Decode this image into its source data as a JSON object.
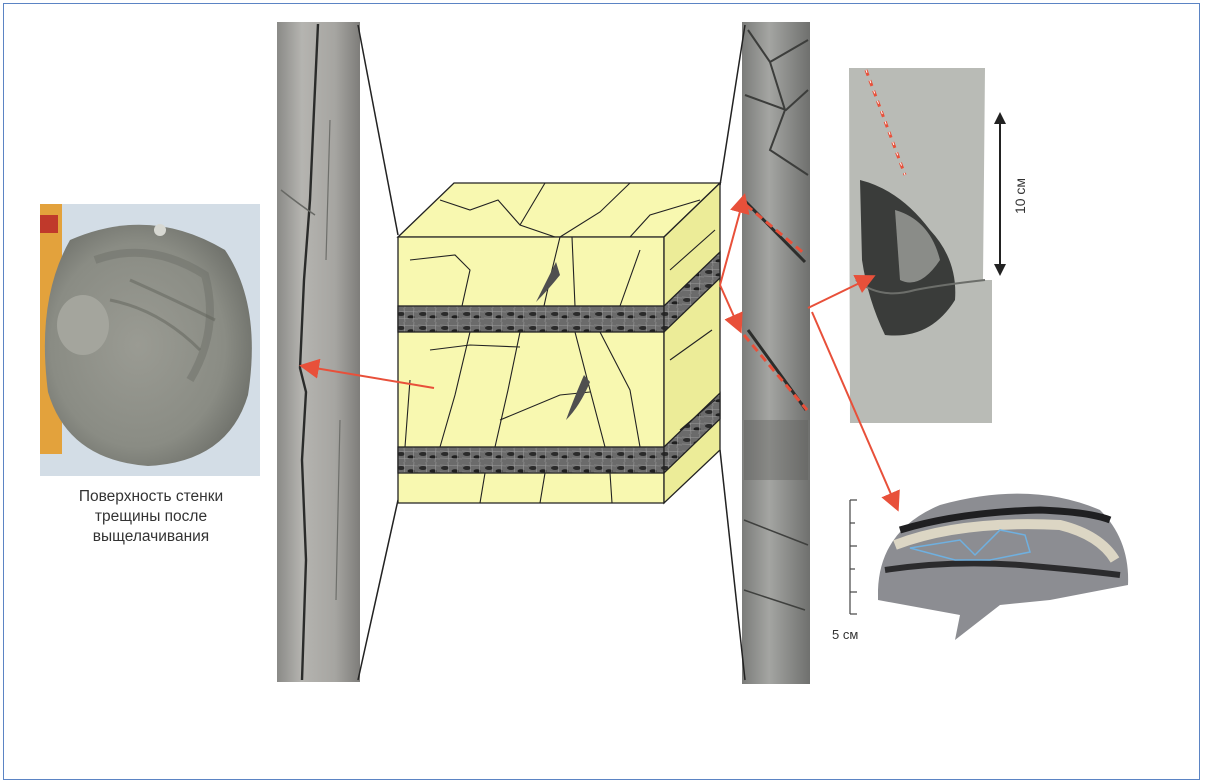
{
  "caption": {
    "line1": "Поверхность стенки",
    "line2": "трещины после",
    "line3": "выщелачивания"
  },
  "scales": {
    "core_scale": "10 см",
    "sample_scale": "5 см"
  },
  "colors": {
    "frame_border": "#5b84c4",
    "block_fill": "#f8f8b0",
    "block_side": "#ecec98",
    "band": "#5a5a5a",
    "arrow": "#e8503a",
    "core_grey": "#a9a9a6"
  }
}
